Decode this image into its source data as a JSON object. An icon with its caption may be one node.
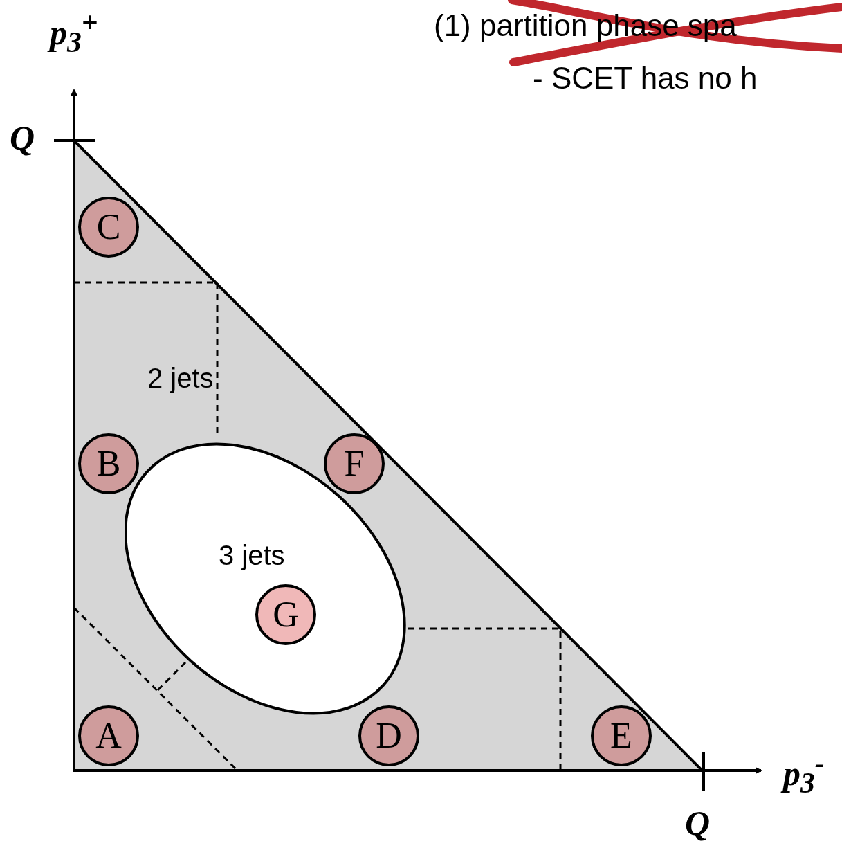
{
  "diagram": {
    "nodes": [
      {
        "text": [
          "C"
        ]
      },
      {
        "text": [
          "B"
        ]
      },
      {
        "text": [
          "F"
        ]
      },
      {
        "text": [
          "3 jets"
        ]
      },
      {
        "text": [
          "G"
        ],
        "in": 3
      },
      {
        "text": [
          "A"
        ]
      },
      {
        "text": [
          "D"
        ]
      },
      {
        "text": [
          "E"
        ]
      }
    ],
    "edges": [],
    "labels": [
      "p$_{3}$$^{+}$",
      "(1) partition phase spa",
      "- SCET has no h",
      "Q",
      "2 jets",
      "p$_{3}$$^{-}$",
      "Q"
    ]
  }
}
